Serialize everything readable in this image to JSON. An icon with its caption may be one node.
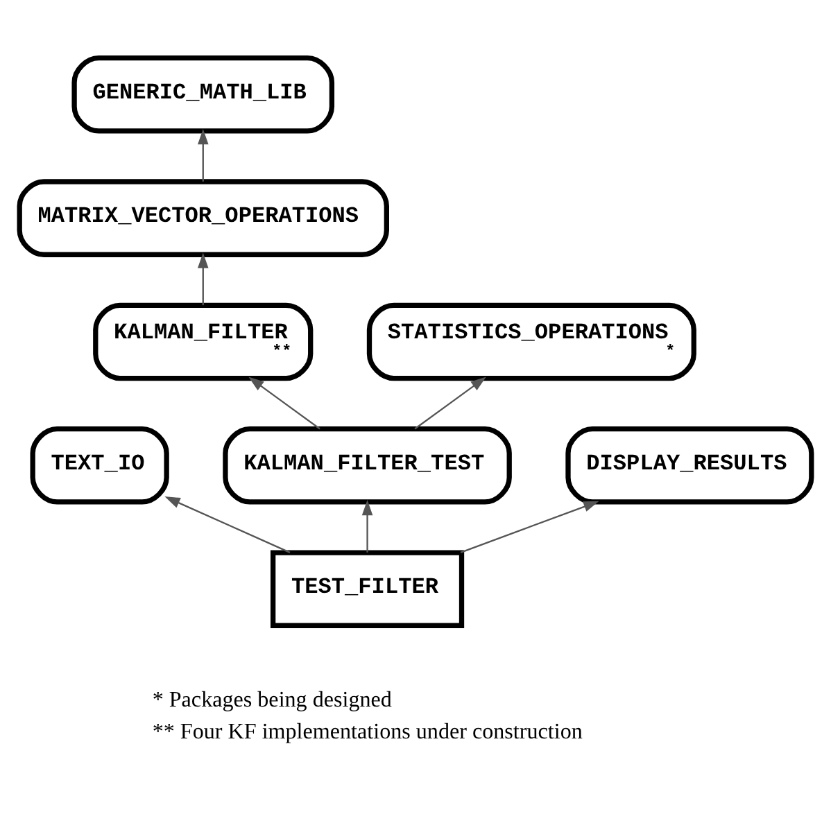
{
  "diagram": {
    "nodes": [
      {
        "text": [
          "TEXT_IO"
        ]
      },
      {
        "text": [
          "GENERIC_MATH_LIB"
        ]
      },
      {
        "text": [
          "MATRIX_VECTOR_OPERATIONS"
        ]
      },
      {
        "text": [
          "KALMAN_FILTER",
          "**"
        ]
      },
      {
        "text": [
          "STATISTICS_OPERATIONS",
          "*"
        ]
      },
      {
        "text": [
          "KALMAN_FILTER_TEST"
        ]
      },
      {
        "text": [
          "DISPLAY_RESULTS"
        ]
      },
      {
        "text": [
          "TEST_FILTER"
        ]
      }
    ],
    "edges": [
      {
        "from": 7,
        "to": 0,
        "arrow": "to"
      },
      {
        "from": 2,
        "to": 1,
        "arrow": "to"
      },
      {
        "from": 3,
        "to": 2,
        "arrow": "to"
      },
      {
        "from": 5,
        "to": 3,
        "arrow": "to"
      },
      {
        "from": 5,
        "to": 4,
        "arrow": "to"
      },
      {
        "from": 7,
        "to": 5,
        "arrow": "to"
      },
      {
        "from": 7,
        "to": 6,
        "arrow": "to"
      }
    ],
    "labels": [
      "* Packages being designed",
      "** Four KF implementations under construction"
    ]
  }
}
